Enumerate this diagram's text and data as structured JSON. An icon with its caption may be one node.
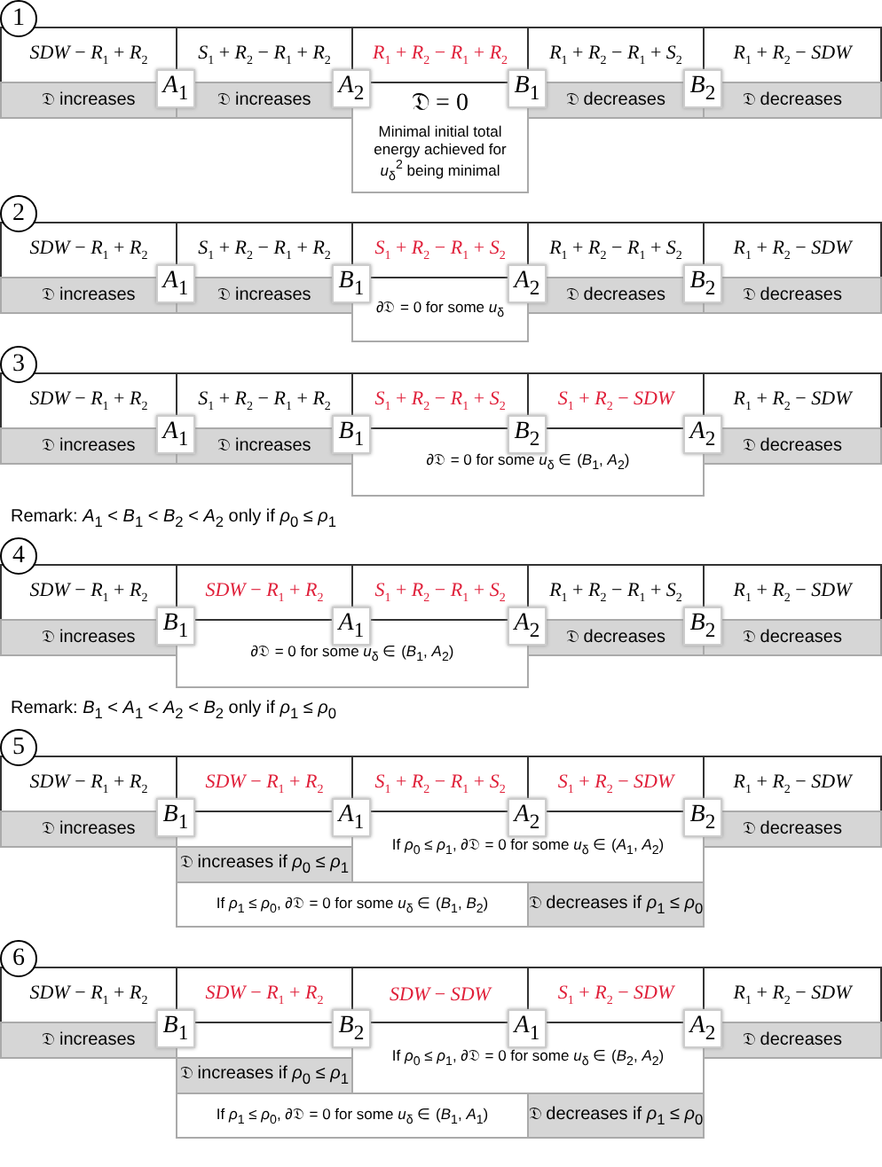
{
  "diagram": {
    "nodes": [
      {
        "text": [
          "1"
        ]
      },
      {
        "text": [
          "*SDW* − *R*$_{1}$ + *R*$_{2}$"
        ]
      },
      {
        "text": [
          "*S*$_{1}$ + *R*$_{2}$ − *R*$_{1}$ + *R*$_{2}$"
        ]
      },
      {
        "text": [
          "*R*$_{1}$ + *R*$_{2}$ − *R*$_{1}$ + *R*$_{2}$"
        ]
      },
      {
        "text": [
          "*R*$_{1}$ + *R*$_{2}$ − *R*$_{1}$ + *S*$_{2}$"
        ]
      },
      {
        "text": [
          "*R*$_{1}$ + *R*$_{2}$ − *SDW*"
        ]
      },
      {
        "text": [
          "𝔇 increases"
        ]
      },
      {
        "text": [
          "*A*$_{1}$"
        ]
      },
      {
        "text": [
          "𝔇 increases"
        ]
      },
      {
        "text": [
          "*A*$_{2}$"
        ]
      },
      {
        "text": [
          "𝔇 = 0",
          "Minimal initial total energy achieved for *u*$_{δ}$$^{2}$ being minimal"
        ]
      },
      {
        "text": [
          "*B*$_{1}$"
        ]
      },
      {
        "text": [
          "𝔇 decreases"
        ]
      },
      {
        "text": [
          "*B*$_{2}$"
        ]
      },
      {
        "text": [
          "𝔇 decreases"
        ]
      },
      {
        "text": [
          "2"
        ]
      },
      {
        "text": [
          "*SDW* − *R*$_{1}$ + *R*$_{2}$"
        ]
      },
      {
        "text": [
          "*S*$_{1}$ + *R*$_{2}$ − *R*$_{1}$ + *R*$_{2}$"
        ]
      },
      {
        "text": [
          "*S*$_{1}$ + *R*$_{2}$ − *R*$_{1}$ + *S*$_{2}$"
        ]
      },
      {
        "text": [
          "*R*$_{1}$ + *R*$_{2}$ − *R*$_{1}$ + *S*$_{2}$"
        ]
      },
      {
        "text": [
          "*R*$_{1}$ + *R*$_{2}$ − *SDW*"
        ]
      },
      {
        "text": [
          "𝔇 increases"
        ]
      },
      {
        "text": [
          "*A*$_{1}$"
        ]
      },
      {
        "text": [
          "𝔇 increases"
        ]
      },
      {
        "text": [
          "*B*$_{1}$"
        ]
      },
      {
        "text": [
          "∂𝔇 = 0 for some *u*$_{δ}$"
        ]
      },
      {
        "text": [
          "*A*$_{2}$"
        ]
      },
      {
        "text": [
          "𝔇 decreases"
        ]
      },
      {
        "text": [
          "*B*$_{2}$"
        ]
      },
      {
        "text": [
          "𝔇 decreases"
        ]
      },
      {
        "text": [
          "3"
        ]
      },
      {
        "text": [
          "*SDW* − *R*$_{1}$ + *R*$_{2}$"
        ]
      },
      {
        "text": [
          "*S*$_{1}$ + *R*$_{2}$ − *R*$_{1}$ + *R*$_{2}$"
        ]
      },
      {
        "text": [
          "*S*$_{1}$ + *R*$_{2}$ − *R*$_{1}$ + *S*$_{2}$"
        ]
      },
      {
        "text": [
          "*S*$_{1}$ + *R*$_{2}$ − *SDW*"
        ]
      },
      {
        "text": [
          "*R*$_{1}$ + *R*$_{2}$ − *SDW*"
        ]
      },
      {
        "text": [
          "𝔇 increases"
        ]
      },
      {
        "text": [
          "*A*$_{1}$"
        ]
      },
      {
        "text": [
          "𝔇 increases"
        ]
      },
      {
        "text": [
          "*B*$_{1}$"
        ]
      },
      {
        "text": [
          "∂𝔇 = 0 for some *u*$_{δ}$ ∈ (*B*$_{1}$, *A*$_{2}$)"
        ]
      },
      {
        "text": [
          "*B*$_{2}$"
        ]
      },
      {
        "text": [
          "*A*$_{2}$"
        ]
      },
      {
        "text": [
          "𝔇 decreases"
        ]
      },
      {
        "text": [
          "4"
        ]
      },
      {
        "text": [
          "*SDW* − *R*$_{1}$ + *R*$_{2}$"
        ]
      },
      {
        "text": [
          "*SDW* − *R*$_{1}$ + *R*$_{2}$"
        ]
      },
      {
        "text": [
          "*S*$_{1}$ + *R*$_{2}$ − *R*$_{1}$ + *S*$_{2}$"
        ]
      },
      {
        "text": [
          "*R*$_{1}$ + *R*$_{2}$ − *R*$_{1}$ + *S*$_{2}$"
        ]
      },
      {
        "text": [
          "*R*$_{1}$ + *R*$_{2}$ − *SDW*"
        ]
      },
      {
        "text": [
          "𝔇 increases"
        ]
      },
      {
        "text": [
          "*B*$_{1}$"
        ]
      },
      {
        "text": [
          "∂𝔇 = 0 for some *u*$_{δ}$ ∈ (*B*$_{1}$, *A*$_{2}$)"
        ]
      },
      {
        "text": [
          "*A*$_{1}$"
        ]
      },
      {
        "text": [
          "*A*$_{2}$"
        ]
      },
      {
        "text": [
          "𝔇 decreases"
        ]
      },
      {
        "text": [
          "*B*$_{2}$"
        ]
      },
      {
        "text": [
          "𝔇 decreases"
        ]
      },
      {
        "text": [
          "5"
        ]
      },
      {
        "text": [
          "*SDW* − *R*$_{1}$ + *R*$_{2}$"
        ]
      },
      {
        "text": [
          "*SDW* − *R*$_{1}$ + *R*$_{2}$"
        ]
      },
      {
        "text": [
          "*S*$_{1}$ + *R*$_{2}$ − *R*$_{1}$ + *S*$_{2}$"
        ]
      },
      {
        "text": [
          "*S*$_{1}$ + *R*$_{2}$ − *SDW*"
        ]
      },
      {
        "text": [
          "*R*$_{1}$ + *R*$_{2}$ − *SDW*"
        ]
      },
      {
        "text": [
          "𝔇 increases"
        ]
      },
      {
        "text": [
          "*B*$_{1}$"
        ]
      },
      {
        "text": [
          "𝔇 increases if *ρ*$_{0}$ ≤ *ρ*$_{1}$"
        ]
      },
      {
        "text": [
          "If *ρ*$_{1}$ ≤ *ρ*$_{0}$, ∂𝔇 = 0 for some *u*$_{δ}$ ∈ (*B*$_{1}$, *B*$_{2}$)"
        ]
      },
      {
        "text": [
          "*A*$_{1}$"
        ]
      },
      {
        "text": [
          "If *ρ*$_{0}$ ≤ *ρ*$_{1}$, ∂𝔇 = 0 for some *u*$_{δ}$ ∈ (*A*$_{1}$, *A*$_{2}$)"
        ]
      },
      {
        "text": [
          "*A*$_{2}$"
        ]
      },
      {
        "text": [
          "𝔇 decreases if *ρ*$_{1}$ ≤ *ρ*$_{0}$"
        ]
      },
      {
        "text": [
          "*B*$_{2}$"
        ]
      },
      {
        "text": [
          "𝔇 decreases"
        ]
      },
      {
        "text": [
          "6"
        ]
      },
      {
        "text": [
          "*SDW* − *R*$_{1}$ + *R*$_{2}$"
        ]
      },
      {
        "text": [
          "*SDW* − *R*$_{1}$ + *R*$_{2}$"
        ]
      },
      {
        "text": [
          "*SDW* − *SDW*"
        ]
      },
      {
        "text": [
          "*S*$_{1}$ + *R*$_{2}$ − *SDW*"
        ]
      },
      {
        "text": [
          "*R*$_{1}$ + *R*$_{2}$ − *SDW*"
        ]
      },
      {
        "text": [
          "𝔇 increases"
        ]
      },
      {
        "text": [
          "*B*$_{1}$"
        ]
      },
      {
        "text": [
          "𝔇 increases if *ρ*$_{0}$ ≤ *ρ*$_{1}$"
        ]
      },
      {
        "text": [
          "If *ρ*$_{1}$ ≤ *ρ*$_{0}$, ∂𝔇 = 0 for some *u*$_{δ}$ ∈ (*B*$_{1}$, *A*$_{1}$)"
        ]
      },
      {
        "text": [
          "*B*$_{2}$"
        ]
      },
      {
        "text": [
          "If *ρ*$_{0}$ ≤ *ρ*$_{1}$, ∂𝔇 = 0 for some *u*$_{δ}$ ∈ (*B*$_{2}$, *A*$_{2}$)"
        ]
      },
      {
        "text": [
          "*A*$_{1}$"
        ]
      },
      {
        "text": [
          "𝔇 decreases if *ρ*$_{1}$ ≤ *ρ*$_{0}$"
        ]
      },
      {
        "text": [
          "*A*$_{2}$"
        ]
      },
      {
        "text": [
          "𝔇 decreases"
        ]
      }
    ],
    "labels": [
      "Remark: *A*$_{1}$ < *B*$_{1}$ < *B*$_{2}$ < *A*$_{2}$ only if *ρ*$_{0}$ ≤ *ρ*$_{1}$",
      "Remark: *B*$_{1}$ < *A*$_{1}$ < *A*$_{2}$ < *B*$_{2}$ only if *ρ*$_{1}$ ≤ *ρ*$_{0}$"
    ]
  }
}
